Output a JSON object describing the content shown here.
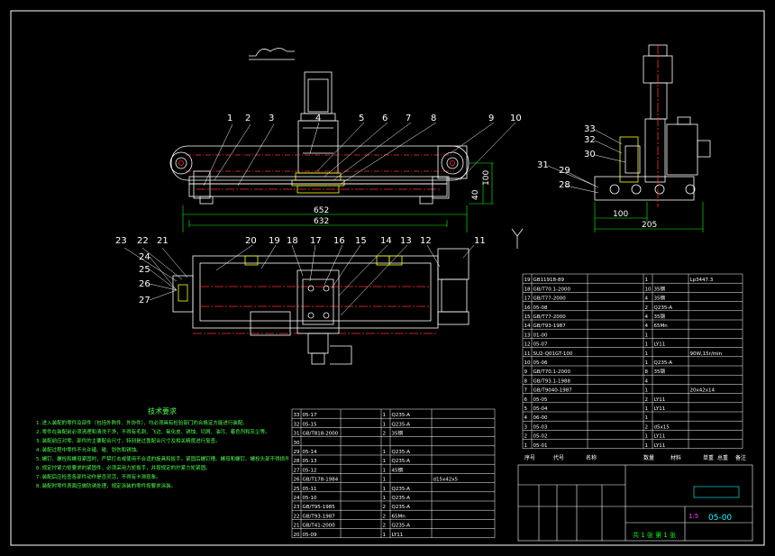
{
  "drawing": {
    "front_view": {
      "callouts": [
        "1",
        "2",
        "3",
        "4",
        "5",
        "6",
        "7",
        "8",
        "9",
        "10"
      ],
      "dims": {
        "total": "652",
        "inner": "632",
        "h1": "40",
        "h2": "100"
      }
    },
    "top_view": {
      "callouts": [
        "23",
        "22",
        "21",
        "20",
        "19",
        "18",
        "17",
        "16",
        "15",
        "14",
        "13",
        "12",
        "11"
      ],
      "left_callouts": [
        "24",
        "25",
        "26",
        "27"
      ]
    },
    "side_view": {
      "callouts": [
        "33",
        "32",
        "30",
        "31",
        "29",
        "28"
      ],
      "dims": {
        "w1": "100",
        "w2": "205"
      }
    },
    "y_symbol": "Y"
  },
  "notes": {
    "title": "技术要求",
    "lines": [
      "1.进入装配的零件及部件（包括外购件、外协件），均必须具有检验部门的合格证方能进行装配。",
      "2.零件在装配前必须清理和清洗干净，不得有毛刺、飞边、氧化皮、锈蚀、切屑、油污、着色剂和灰尘等。",
      "3.装配前应对零、部件的主要配合尺寸，特别是过盈配合尺寸及相关精度进行复查。",
      "4.装配过程中零件不允许磕、碰、划伤和锈蚀。",
      "5.螺钉、螺栓和螺母紧固时，严禁打击或使用不合适的旋具和扳手。紧固后螺钉槽、螺母和螺钉、螺栓头部不得损坏。",
      "6.规定拧紧力矩要求的紧固件，必须采用力矩扳手，并按规定的拧紧力矩紧固。",
      "7.装配后应检查各部件动作是否灵活，不得有卡滞现象。",
      "8.装配时零件表面应做防锈处理，规定涂装的零件按要求涂装。"
    ]
  },
  "parts_left": [
    [
      "33",
      "05-17",
      "",
      "1",
      "Q235-A",
      ""
    ],
    [
      "32",
      "05-15",
      "",
      "1",
      "Q235-A",
      ""
    ],
    [
      "31",
      "GB/T818-2000",
      "",
      "2",
      "35钢",
      ""
    ],
    [
      "30",
      "",
      "",
      "",
      "",
      ""
    ],
    [
      "29",
      "05-14",
      "",
      "1",
      "Q235-A",
      ""
    ],
    [
      "28",
      "05-13",
      "",
      "1",
      "Q235-A",
      ""
    ],
    [
      "27",
      "05-12",
      "",
      "1",
      "45钢",
      ""
    ],
    [
      "26",
      "GB/T178-1984",
      "",
      "1",
      "",
      "d15x42x5"
    ],
    [
      "25",
      "05-11",
      "",
      "1",
      "Q235-A",
      ""
    ],
    [
      "24",
      "05-10",
      "",
      "1",
      "Q235-A",
      ""
    ],
    [
      "23",
      "GB/T95-1985",
      "",
      "2",
      "Q235-A",
      ""
    ],
    [
      "22",
      "GB/T93-1987",
      "",
      "2",
      "65Mn",
      ""
    ],
    [
      "21",
      "GB/T41-2000",
      "",
      "2",
      "Q235-A",
      ""
    ],
    [
      "20",
      "05-09",
      "",
      "1",
      "LY11",
      ""
    ]
  ],
  "parts_right": [
    [
      "19",
      "GB11918-89",
      "",
      "1",
      "",
      "Lp3447.3"
    ],
    [
      "18",
      "GB/T70.1-2000",
      "",
      "10",
      "35钢",
      ""
    ],
    [
      "17",
      "GB/T77-2000",
      "",
      "4",
      "35钢",
      ""
    ],
    [
      "16",
      "05-08",
      "",
      "2",
      "Q235-A",
      ""
    ],
    [
      "15",
      "GB/T77-2000",
      "",
      "4",
      "35钢",
      ""
    ],
    [
      "14",
      "GB/T93-1987",
      "",
      "4",
      "65Mn",
      ""
    ],
    [
      "13",
      "01-00",
      "",
      "1",
      "",
      ""
    ],
    [
      "12",
      "05-07",
      "",
      "1",
      "LY11",
      ""
    ],
    [
      "11",
      "SU2-Q01GT-100",
      "",
      "1",
      "",
      "90W,15r/min"
    ],
    [
      "10",
      "05-06",
      "",
      "1",
      "Q235-A",
      ""
    ],
    [
      "9",
      "GB/T70.1-2000",
      "",
      "8",
      "35钢",
      ""
    ],
    [
      "8",
      "GB/T93.1-1988",
      "",
      "4",
      "",
      ""
    ],
    [
      "7",
      "GB/T9040-1987",
      "",
      "1",
      "",
      "20x42x14"
    ],
    [
      "6",
      "05-05",
      "",
      "2",
      "LY11",
      ""
    ],
    [
      "5",
      "05-04",
      "",
      "1",
      "LY11",
      ""
    ],
    [
      "4",
      "06-00",
      "",
      "1",
      "",
      ""
    ],
    [
      "3",
      "05-03",
      "",
      "2",
      "d5x15",
      ""
    ],
    [
      "2",
      "05-02",
      "",
      "1",
      "LY11",
      ""
    ],
    [
      "1",
      "05-01",
      "",
      "1",
      "LY11",
      ""
    ]
  ],
  "parts_header": {
    "no": "序号",
    "code": "代号",
    "name": "名称",
    "qty": "数量",
    "material": "材料",
    "weight": "单重",
    "total": "总重",
    "remark": "备注"
  },
  "title_block": {
    "drawing_no": "05-00",
    "scale": "1:5",
    "sheets": "共 1 张  第 1 张"
  },
  "colors": {
    "bg": "#000000",
    "line": "#ffffff",
    "dim": "#00ff00",
    "center": "#ff3030",
    "yellow": "#ffff00",
    "cyan": "#00ffff",
    "magenta": "#ff40ff",
    "notes": "#4cff4c"
  }
}
